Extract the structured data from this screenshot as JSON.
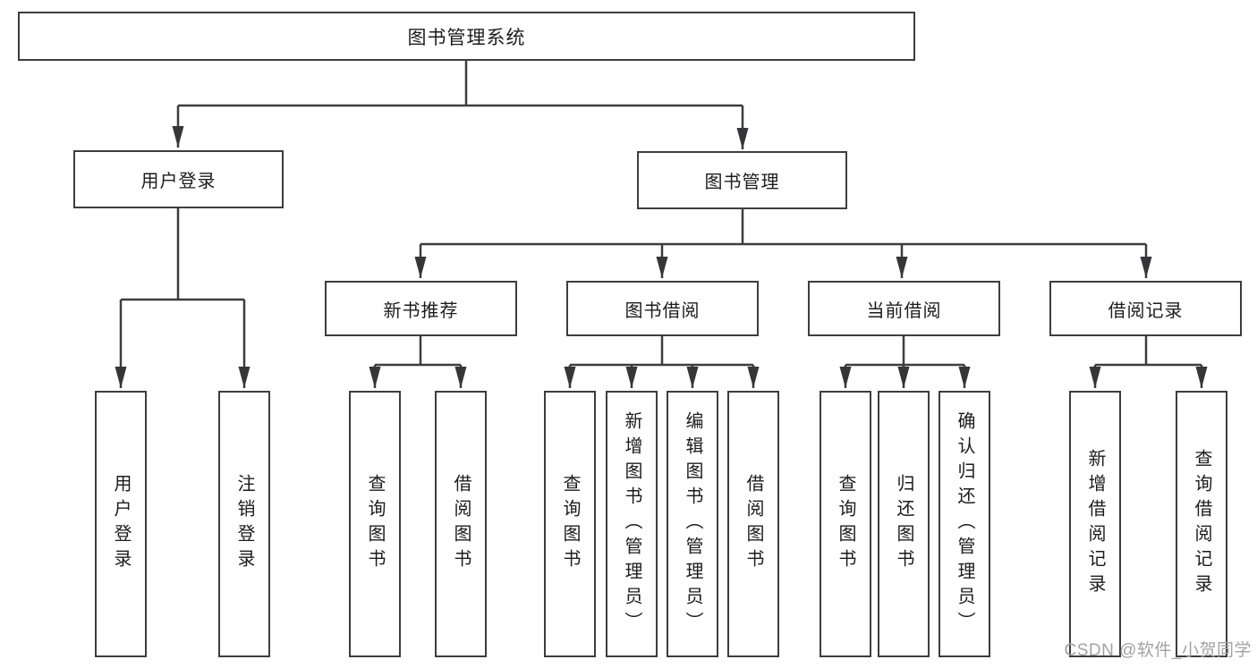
{
  "diagram": {
    "type": "hierarchy-diagram",
    "tree": {
      "root": "图书管理系统",
      "branches": [
        {
          "label": "用户登录",
          "children": [
            "用户登录",
            "注销登录"
          ]
        },
        {
          "label": "图书管理",
          "sections": [
            {
              "label": "新书推荐",
              "children": [
                "查询图书",
                "借阅图书"
              ]
            },
            {
              "label": "图书借阅",
              "children": [
                "查询图书",
                "新增图书（管理员）",
                "编辑图书（管理员）",
                "借阅图书"
              ]
            },
            {
              "label": "当前借阅",
              "children": [
                "查询图书",
                "归还图书",
                "确认归还（管理员）"
              ]
            },
            {
              "label": "借阅记录",
              "children": [
                "新增借阅记录",
                "查询借阅记录"
              ]
            }
          ]
        }
      ]
    },
    "colors": {
      "line": "#3d3d3f",
      "box_border": "#3d3d3f",
      "text": "#1c1c1e",
      "background": "#ffffff",
      "watermark_text_color": "#a2a2a4"
    }
  },
  "watermark": {
    "text": "CSDN @软件_小贺同学"
  }
}
